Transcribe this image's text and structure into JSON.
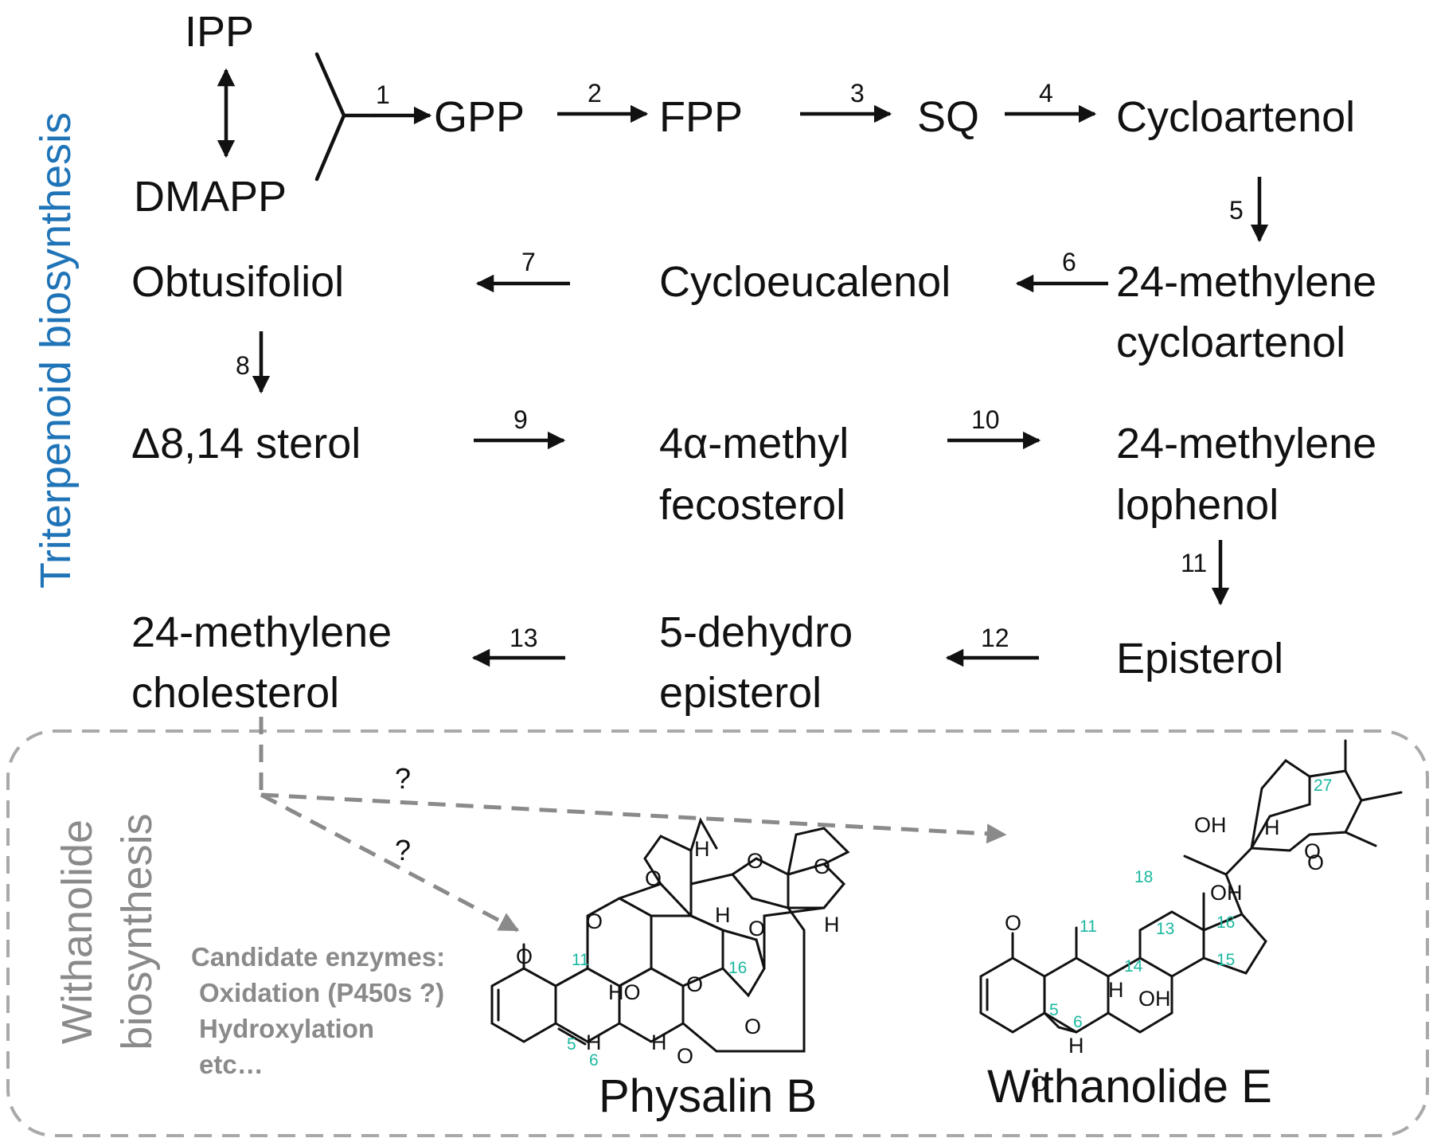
{
  "pathway": {
    "title": "Triterpenoid biosynthesis",
    "nodes": {
      "ipp": "IPP",
      "dmapp": "DMAPP",
      "gpp": "GPP",
      "fpp": "FPP",
      "sq": "SQ",
      "cycloartenol": "Cycloartenol",
      "methylene_cycloartenol_1": "24-methylene",
      "methylene_cycloartenol_2": "cycloartenol",
      "cycloeucalenol": "Cycloeucalenol",
      "obtusifoliol": "Obtusifoliol",
      "sterol_d814": "Δ8,14 sterol",
      "fecosterol_1": "4α-methyl",
      "fecosterol_2": "fecosterol",
      "lophenol_1": "24-methylene",
      "lophenol_2": "lophenol",
      "episterol": "Episterol",
      "dehydroepisterol_1": "5-dehydro",
      "dehydroepisterol_2": "episterol",
      "methylene_cholesterol_1": "24-methylene",
      "methylene_cholesterol_2": "cholesterol"
    },
    "steps": [
      "1",
      "2",
      "3",
      "4",
      "5",
      "6",
      "7",
      "8",
      "9",
      "10",
      "11",
      "12",
      "13"
    ]
  },
  "withanolide": {
    "title_line1": "Withanolide",
    "title_line2": "biosynthesis",
    "unknown_step_1": "?",
    "unknown_step_2": "?",
    "candidates": {
      "heading": "Candidate enzymes:",
      "items": [
        "Oxidation (P450s ?)",
        "Hydroxylation",
        "etc…"
      ]
    },
    "products": {
      "physalin": {
        "name": "Physalin B",
        "atoms": [
          "H",
          "O",
          "O",
          "O",
          "O",
          "H",
          "O",
          "HO",
          "O",
          "H",
          "O",
          "O",
          "O",
          "H",
          "H"
        ],
        "numbers": [
          "11",
          "16",
          "5",
          "6"
        ]
      },
      "withanolide_e": {
        "name": "Withanolide E",
        "atoms": [
          "OH",
          "H",
          "O",
          "O",
          "OH",
          "O",
          "H",
          "H",
          "OH",
          "O"
        ],
        "numbers": [
          "27",
          "18",
          "11",
          "13",
          "16",
          "14",
          "15",
          "5",
          "6"
        ]
      }
    }
  },
  "colors": {
    "text": "#111111",
    "triterpenoid_title": "#1f74b8",
    "withanolide_panel": "#8a8a8a",
    "carbon_numbers": "#1bb8a0"
  }
}
